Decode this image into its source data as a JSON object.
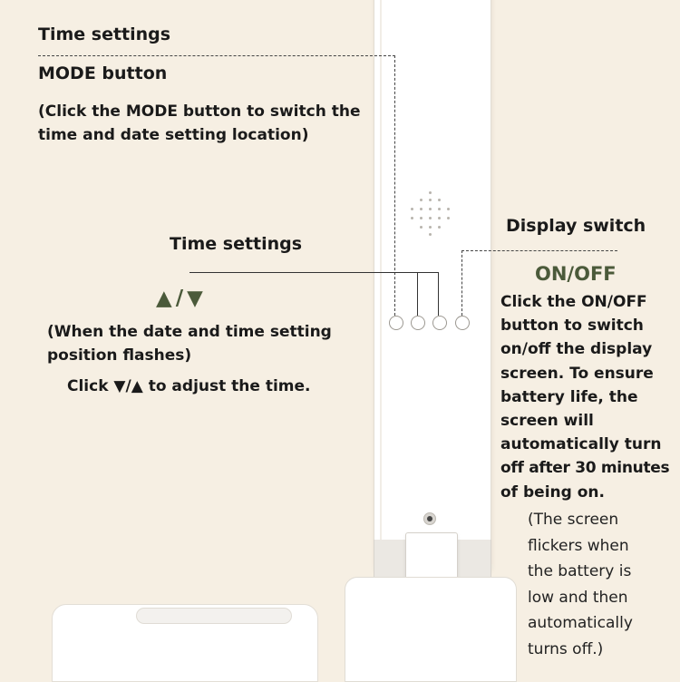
{
  "left": {
    "time_settings_title": "Time settings",
    "mode_button_label": "MODE button",
    "mode_desc_line1": "(Click the MODE button to switch the",
    "mode_desc_line2": "time and date setting location)",
    "time_settings_title_2": "Time settings",
    "arrows_symbol": "▲/▼",
    "flash_desc_line1": "(When the date and time setting",
    "flash_desc_line2": "position flashes)",
    "adjust_instruction": "Click ▼/▲ to adjust the time."
  },
  "right": {
    "display_switch_title": "Display switch",
    "onoff_label": "ON/OFF",
    "onoff_desc_lines": [
      "Click the ON/OFF",
      "button to switch",
      "on/off the display",
      "screen. To ensure",
      "battery life, the",
      "screen will",
      "automatically turn",
      "off after 30 minutes",
      "of being on."
    ],
    "battery_note_lines": [
      "(The screen",
      "flickers when",
      "the battery is",
      "low and then",
      "automatically",
      "turns off.)"
    ]
  },
  "colors": {
    "background": "#f6efe3",
    "accent_green": "#4b5a3a",
    "text": "#1a1a1a"
  }
}
